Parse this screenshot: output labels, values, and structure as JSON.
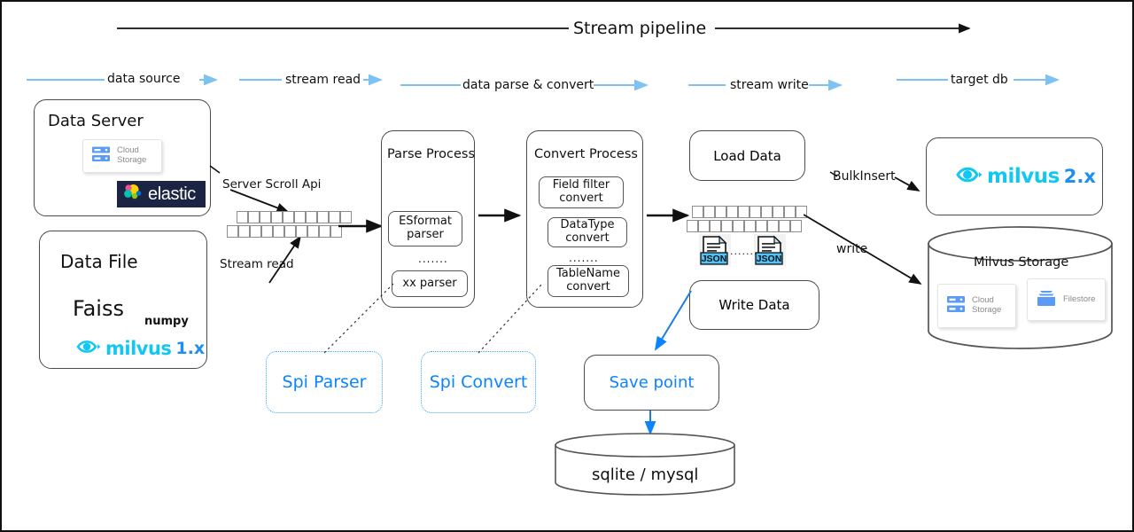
{
  "title": {
    "text": "Stream pipeline"
  },
  "phase_arrows": [
    {
      "label": "data source"
    },
    {
      "label": "stream read"
    },
    {
      "label": "data parse  & convert"
    },
    {
      "label": "stream write"
    },
    {
      "label": "target db"
    }
  ],
  "data_server": {
    "title": "Data Server",
    "cloud_storage": {
      "line1": "Cloud",
      "line2": "Storage"
    },
    "elastic": "elastic"
  },
  "data_file": {
    "title": "Data File",
    "faiss": "Faiss",
    "numpy": "numpy",
    "milvus": {
      "name": "milvus",
      "version": "1.x"
    }
  },
  "edge_labels": {
    "server_scroll_api": "Server Scroll Api",
    "stream_read": "Stream read",
    "bulk_insert": "BulkInsert",
    "write": "write"
  },
  "parse_process": {
    "title": "Parse Process",
    "items": [
      {
        "line1": "ESformat",
        "line2": "parser"
      },
      {
        "line1": "xx parser",
        "line2": ""
      }
    ],
    "ellipsis": "......."
  },
  "convert_process": {
    "title": "Convert Process",
    "items": [
      {
        "line1": "Field filter",
        "line2": "convert"
      },
      {
        "line1": "DataType",
        "line2": "convert"
      },
      {
        "line1": "TableName",
        "line2": "convert"
      }
    ],
    "ellipsis": "......."
  },
  "spi": {
    "parser": "Spi Parser",
    "convert": "Spi Convert"
  },
  "load_data": {
    "label": "Load Data"
  },
  "write_data": {
    "label": "Write Data"
  },
  "json_files": {
    "label": "JSON",
    "connector": "·······"
  },
  "save_point": {
    "label": "Save point"
  },
  "savepoint_db": {
    "label": "sqlite / mysql"
  },
  "milvus2": {
    "name": "milvus",
    "version": "2.x"
  },
  "milvus_storage": {
    "title": "Milvus Storage",
    "cloud_storage": {
      "line1": "Cloud",
      "line2": "Storage"
    },
    "filestore": {
      "line1": "Filestore",
      "line2": ""
    }
  },
  "colors": {
    "accent_blue": "#0a84ff",
    "phase_arrow_blue": "#7EC2F2",
    "milvus_cyan": "#12C7F0",
    "milvus_blue": "#1D8FF0",
    "elastic_bg": "#1b2443",
    "json_blue": "#4FC3F7",
    "stroke": "#4a4a4a"
  }
}
